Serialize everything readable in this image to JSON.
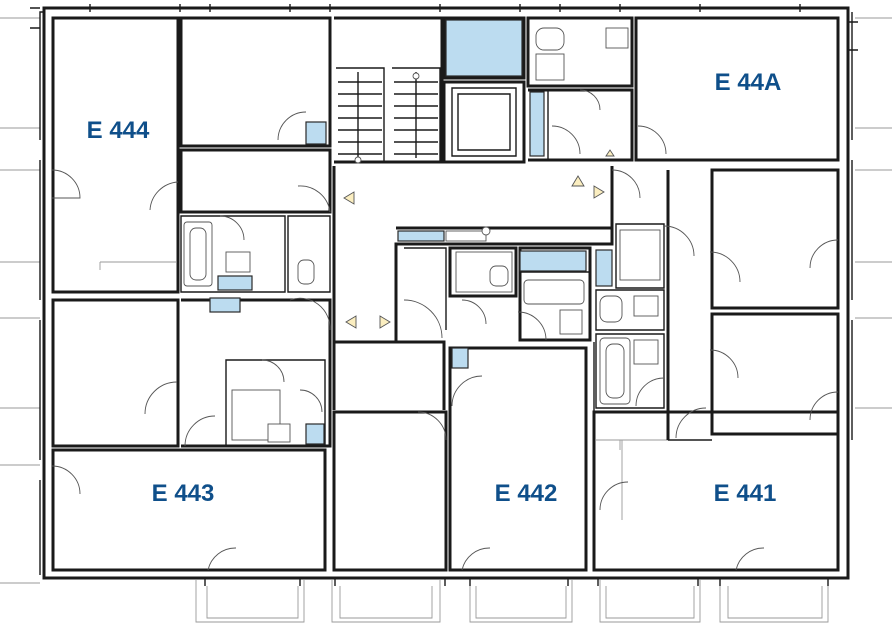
{
  "floor_plan": {
    "units": [
      {
        "id": "e444",
        "label": "E 444"
      },
      {
        "id": "e44a",
        "label": "E 44A"
      },
      {
        "id": "e443",
        "label": "E 443"
      },
      {
        "id": "e442",
        "label": "E 442"
      },
      {
        "id": "e441",
        "label": "E 441"
      }
    ],
    "colors": {
      "label_blue": "#0f4f8a",
      "fixture_blue": "#bcdcf0",
      "arrow_yellow": "#fbeec0",
      "wall": "#1a1a1a"
    }
  }
}
